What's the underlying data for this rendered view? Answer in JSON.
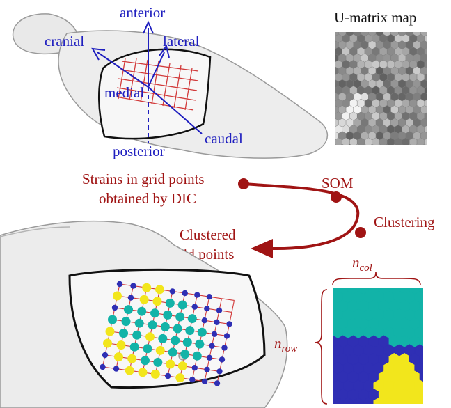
{
  "top_illustration": {
    "axes": {
      "anterior": "anterior",
      "cranial": "cranial",
      "lateral": "lateral",
      "medial": "medial",
      "posterior": "posterior",
      "caudal": "caudal"
    }
  },
  "umatrix": {
    "title": "U-matrix map"
  },
  "workflow": {
    "step1_line1": "Strains in grid points",
    "step1_line2": "obtained by DIC",
    "step2": "SOM",
    "step3": "Clustering",
    "step4_line1": "Clustered",
    "step4_line2": "grid points"
  },
  "cluster_map": {
    "n_col_base": "n",
    "n_col_sub": "col",
    "n_row_base": "n",
    "n_row_sub": "row",
    "cluster_colors": {
      "cluster_1": "#12b3a8",
      "cluster_2": "#2f2fb4",
      "cluster_3": "#f2e61c"
    }
  },
  "colors": {
    "axis_blue": "#1f1fbf",
    "workflow_red": "#a01414",
    "grid_red": "#d23a3a"
  }
}
